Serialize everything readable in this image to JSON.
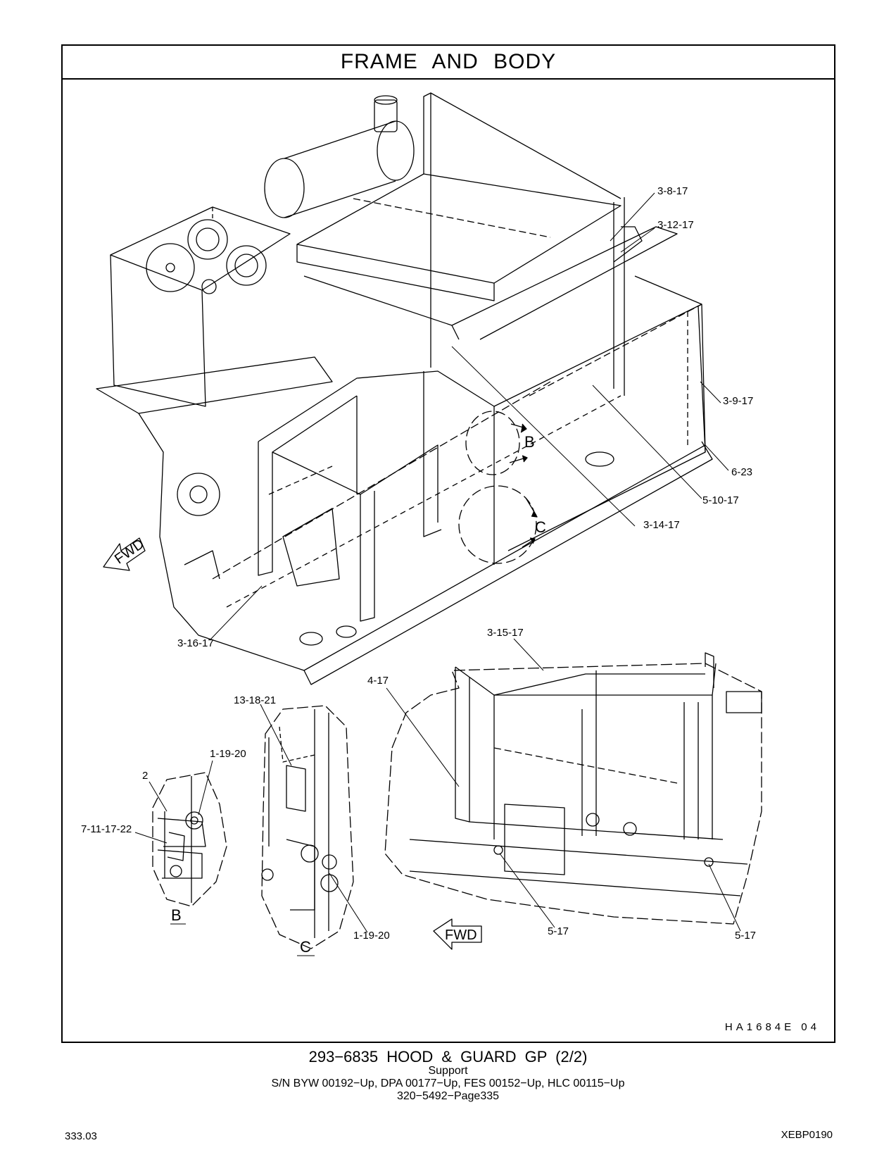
{
  "header": {
    "title": "FRAME AND BODY"
  },
  "main_view": {
    "callouts": [
      "3-8-17",
      "3-12-17",
      "3-9-17",
      "6-23",
      "5-10-17",
      "3-14-17",
      "3-16-17"
    ],
    "view_markers": [
      "B",
      "C"
    ],
    "fwd_label": "FWD"
  },
  "detail_view_right": {
    "callouts": [
      "3-15-17",
      "4-17",
      "5-17",
      "5-17"
    ],
    "fwd_label": "FWD"
  },
  "detail_b": {
    "callouts": [
      "2",
      "1-19-20",
      "7-11-17-22"
    ],
    "label": "B"
  },
  "detail_c": {
    "callouts": [
      "13-18-21",
      "1-19-20"
    ],
    "label": "C"
  },
  "drawing_id": "HA1684E  04",
  "caption": {
    "title": "293−6835  HOOD & GUARD GP (2/2)",
    "subtitle": "Support",
    "serials": "S/N BYW 00192−Up, DPA 00177−Up, FES 00152−Up, HLC 00115−Up",
    "page_ref": "320−5492−Page335"
  },
  "footer": {
    "left": "333.03",
    "right": "XEBP0190"
  }
}
